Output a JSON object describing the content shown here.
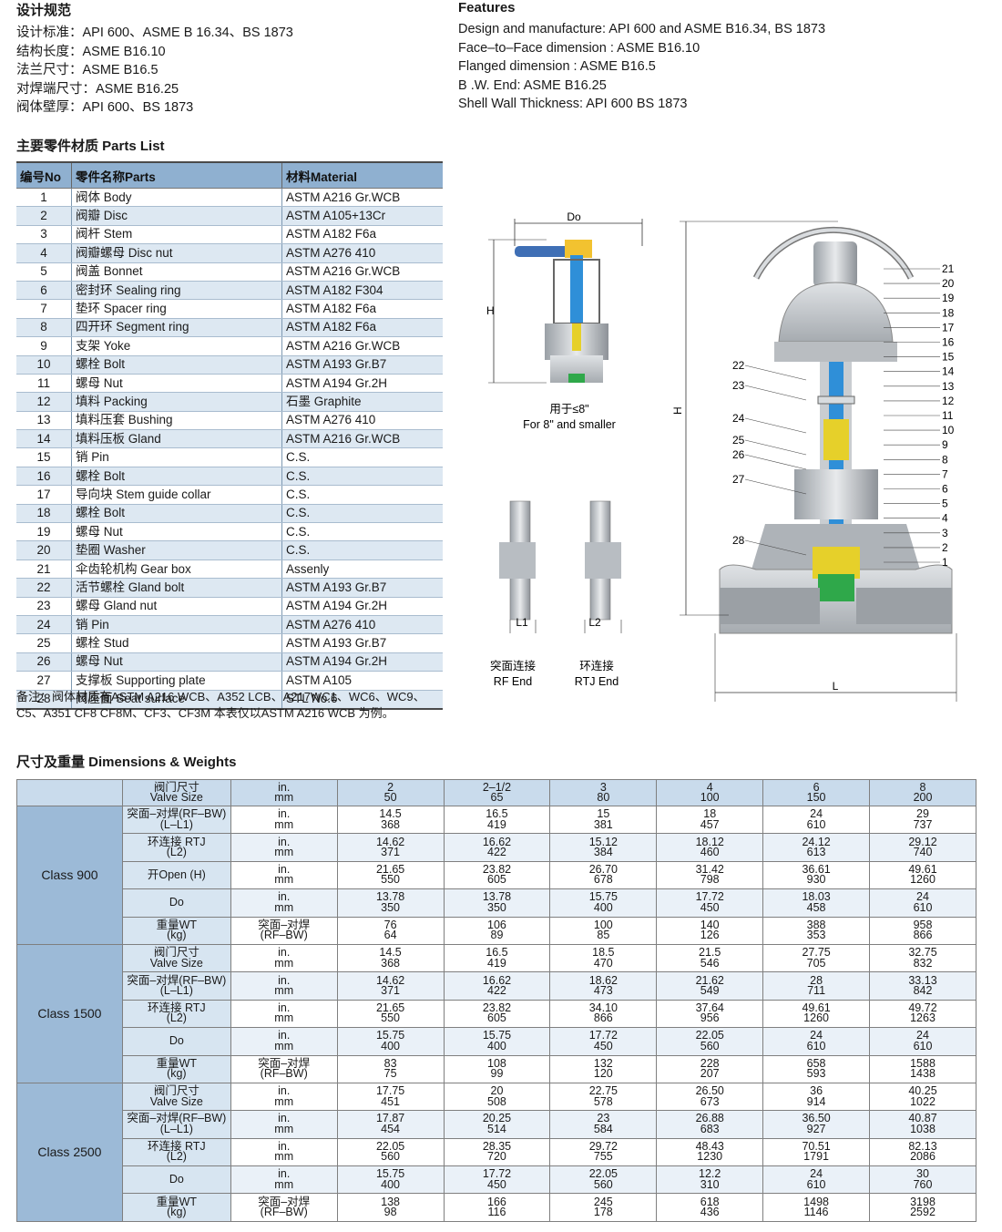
{
  "design_standards": {
    "heading": "设计规范",
    "lines": [
      "设计标准：API 600、ASME B 16.34、BS 1873",
      "结构长度：ASME B16.10",
      "法兰尺寸：ASME B16.5",
      "对焊端尺寸：ASME B16.25",
      "阀体壁厚：API 600、BS 1873"
    ]
  },
  "features": {
    "heading": "Features",
    "lines": [
      "Design and manufacture: API 600 and ASME B16.34, BS 1873",
      "Face–to–Face dimension : ASME B16.10",
      "Flanged dimension : ASME B16.5",
      "B .W. End: ASME B16.25",
      "Shell Wall Thickness: API 600 BS 1873"
    ]
  },
  "parts_list": {
    "heading": "主要零件材质 Parts List",
    "headers": [
      "编号No",
      "零件名称Parts",
      "材料Material"
    ],
    "rows": [
      [
        "1",
        "阀体 Body",
        "ASTM A216 Gr.WCB"
      ],
      [
        "2",
        "阀瓣 Disc",
        "ASTM A105+13Cr"
      ],
      [
        "3",
        "阀杆 Stem",
        "ASTM A182 F6a"
      ],
      [
        "4",
        "阀瓣螺母 Disc nut",
        "ASTM A276 410"
      ],
      [
        "5",
        "阀盖 Bonnet",
        "ASTM A216 Gr.WCB"
      ],
      [
        "6",
        "密封环 Sealing ring",
        "ASTM A182 F304"
      ],
      [
        "7",
        "垫环 Spacer ring",
        "ASTM A182 F6a"
      ],
      [
        "8",
        "四开环 Segment ring",
        "ASTM A182 F6a"
      ],
      [
        "9",
        "支架 Yoke",
        "ASTM A216 Gr.WCB"
      ],
      [
        "10",
        "螺栓 Bolt",
        "ASTM A193 Gr.B7"
      ],
      [
        "11",
        "螺母 Nut",
        "ASTM A194 Gr.2H"
      ],
      [
        "12",
        "填料 Packing",
        "石墨 Graphite"
      ],
      [
        "13",
        "填料压套 Bushing",
        "ASTM A276 410"
      ],
      [
        "14",
        "填料压板 Gland",
        "ASTM A216 Gr.WCB"
      ],
      [
        "15",
        "销 Pin",
        "C.S."
      ],
      [
        "16",
        "螺栓 Bolt",
        "C.S."
      ],
      [
        "17",
        "导向块 Stem guide collar",
        "C.S."
      ],
      [
        "18",
        "螺栓 Bolt",
        "C.S."
      ],
      [
        "19",
        "螺母 Nut",
        "C.S."
      ],
      [
        "20",
        "垫圈 Washer",
        "C.S."
      ],
      [
        "21",
        "伞齿轮机构 Gear box",
        "Assenly"
      ],
      [
        "22",
        "活节螺栓 Gland bolt",
        "ASTM A193 Gr.B7"
      ],
      [
        "23",
        "螺母 Gland nut",
        "ASTM A194 Gr.2H"
      ],
      [
        "24",
        "销 Pin",
        "ASTM A276 410"
      ],
      [
        "25",
        "螺栓 Stud",
        "ASTM A193 Gr.B7"
      ],
      [
        "26",
        "螺母 Nut",
        "ASTM A194 Gr.2H"
      ],
      [
        "27",
        "支撑板 Supporting plate",
        "ASTM A105"
      ],
      [
        "28",
        "阀座面 Seat surface",
        "STL No.6"
      ]
    ]
  },
  "note": [
    "备注：阀体材质有ASTM A216 WCB、A352 LCB、A217WC1、WC6、WC9、",
    "C5、A351 CF8 CF8M、CF3、CF3M 本表仅以ASTM A216 WCB 为例。"
  ],
  "drawing_labels": {
    "do": "Do",
    "h_small": "H",
    "h_large": "H",
    "l": "L",
    "l1": "L1",
    "l2": "L2",
    "small_cn": "用于≤8\"",
    "small_en": "For 8\" and smaller",
    "rf_cn": "突面连接",
    "rf_en": "RF End",
    "rtj_cn": "环连接",
    "rtj_en": "RTJ End",
    "callouts_right": [
      "21",
      "20",
      "19",
      "18",
      "17",
      "16",
      "15",
      "14",
      "13",
      "12",
      "11",
      "10",
      "9",
      "8",
      "7",
      "6",
      "5",
      "4",
      "3",
      "2",
      "1"
    ],
    "callouts_left": [
      "22",
      "23",
      "24",
      "25",
      "26",
      "27",
      "28"
    ]
  },
  "dimensions": {
    "heading": "尺寸及重量 Dimensions & Weights",
    "header": {
      "label_cn": "阀门尺寸",
      "label_en": "Valve Size",
      "u1": "in.",
      "u2": "mm",
      "sizes": [
        [
          "2",
          "50"
        ],
        [
          "2–1/2",
          "65"
        ],
        [
          "3",
          "80"
        ],
        [
          "4",
          "100"
        ],
        [
          "6",
          "150"
        ],
        [
          "8",
          "200"
        ]
      ]
    },
    "classes": [
      {
        "name": "Class 900",
        "rows": [
          {
            "l1": "突面–对焊(RF–BW)",
            "l2": "(L–L1)",
            "u1": "in.",
            "u2": "mm",
            "vals": [
              [
                "14.5",
                "368"
              ],
              [
                "16.5",
                "419"
              ],
              [
                "15",
                "381"
              ],
              [
                "18",
                "457"
              ],
              [
                "24",
                "610"
              ],
              [
                "29",
                "737"
              ]
            ]
          },
          {
            "l1": "环连接 RTJ",
            "l2": "(L2)",
            "u1": "in.",
            "u2": "mm",
            "vals": [
              [
                "14.62",
                "371"
              ],
              [
                "16.62",
                "422"
              ],
              [
                "15.12",
                "384"
              ],
              [
                "18.12",
                "460"
              ],
              [
                "24.12",
                "613"
              ],
              [
                "29.12",
                "740"
              ]
            ]
          },
          {
            "l1": "开Open (H)",
            "l2": "",
            "u1": "in.",
            "u2": "mm",
            "vals": [
              [
                "21.65",
                "550"
              ],
              [
                "23.82",
                "605"
              ],
              [
                "26.70",
                "678"
              ],
              [
                "31.42",
                "798"
              ],
              [
                "36.61",
                "930"
              ],
              [
                "49.61",
                "1260"
              ]
            ]
          },
          {
            "l1": "Do",
            "l2": "",
            "u1": "in.",
            "u2": "mm",
            "vals": [
              [
                "13.78",
                "350"
              ],
              [
                "13.78",
                "350"
              ],
              [
                "15.75",
                "400"
              ],
              [
                "17.72",
                "450"
              ],
              [
                "18.03",
                "458"
              ],
              [
                "24",
                "610"
              ]
            ]
          },
          {
            "l1": "重量WT",
            "l2": "(kg)",
            "u1": "突面–对焊",
            "u2": "(RF–BW)",
            "vals": [
              [
                "76",
                "64"
              ],
              [
                "106",
                "89"
              ],
              [
                "100",
                "85"
              ],
              [
                "140",
                "126"
              ],
              [
                "388",
                "353"
              ],
              [
                "958",
                "866"
              ]
            ]
          }
        ]
      },
      {
        "name": "Class 1500",
        "rows": [
          {
            "l1": "阀门尺寸",
            "l2": "Valve Size",
            "u1": "in.",
            "u2": "mm",
            "vals": [
              [
                "14.5",
                "368"
              ],
              [
                "16.5",
                "419"
              ],
              [
                "18.5",
                "470"
              ],
              [
                "21.5",
                "546"
              ],
              [
                "27.75",
                "705"
              ],
              [
                "32.75",
                "832"
              ]
            ]
          },
          {
            "l1": "突面–对焊(RF–BW)",
            "l2": "(L–L1)",
            "u1": "in.",
            "u2": "mm",
            "vals": [
              [
                "14.62",
                "371"
              ],
              [
                "16.62",
                "422"
              ],
              [
                "18.62",
                "473"
              ],
              [
                "21.62",
                "549"
              ],
              [
                "28",
                "711"
              ],
              [
                "33.13",
                "842"
              ]
            ]
          },
          {
            "l1": "环连接 RTJ",
            "l2": "(L2)",
            "u1": "in.",
            "u2": "mm",
            "vals": [
              [
                "21.65",
                "550"
              ],
              [
                "23.82",
                "605"
              ],
              [
                "34.10",
                "866"
              ],
              [
                "37.64",
                "956"
              ],
              [
                "49.61",
                "1260"
              ],
              [
                "49.72",
                "1263"
              ]
            ]
          },
          {
            "l1": "Do",
            "l2": "",
            "u1": "in.",
            "u2": "mm",
            "vals": [
              [
                "15.75",
                "400"
              ],
              [
                "15.75",
                "400"
              ],
              [
                "17.72",
                "450"
              ],
              [
                "22.05",
                "560"
              ],
              [
                "24",
                "610"
              ],
              [
                "24",
                "610"
              ]
            ]
          },
          {
            "l1": "重量WT",
            "l2": "(kg)",
            "u1": "突面–对焊",
            "u2": "(RF–BW)",
            "vals": [
              [
                "83",
                "75"
              ],
              [
                "108",
                "99"
              ],
              [
                "132",
                "120"
              ],
              [
                "228",
                "207"
              ],
              [
                "658",
                "593"
              ],
              [
                "1588",
                "1438"
              ]
            ]
          }
        ]
      },
      {
        "name": "Class 2500",
        "rows": [
          {
            "l1": "阀门尺寸",
            "l2": "Valve Size",
            "u1": "in.",
            "u2": "mm",
            "vals": [
              [
                "17.75",
                "451"
              ],
              [
                "20",
                "508"
              ],
              [
                "22.75",
                "578"
              ],
              [
                "26.50",
                "673"
              ],
              [
                "36",
                "914"
              ],
              [
                "40.25",
                "1022"
              ]
            ]
          },
          {
            "l1": "突面–对焊(RF–BW)",
            "l2": "(L–L1)",
            "u1": "in.",
            "u2": "mm",
            "vals": [
              [
                "17.87",
                "454"
              ],
              [
                "20.25",
                "514"
              ],
              [
                "23",
                "584"
              ],
              [
                "26.88",
                "683"
              ],
              [
                "36.50",
                "927"
              ],
              [
                "40.87",
                "1038"
              ]
            ]
          },
          {
            "l1": "环连接 RTJ",
            "l2": "(L2)",
            "u1": "in.",
            "u2": "mm",
            "vals": [
              [
                "22.05",
                "560"
              ],
              [
                "28.35",
                "720"
              ],
              [
                "29.72",
                "755"
              ],
              [
                "48.43",
                "1230"
              ],
              [
                "70.51",
                "1791"
              ],
              [
                "82.13",
                "2086"
              ]
            ]
          },
          {
            "l1": "Do",
            "l2": "",
            "u1": "in.",
            "u2": "mm",
            "vals": [
              [
                "15.75",
                "400"
              ],
              [
                "17.72",
                "450"
              ],
              [
                "22.05",
                "560"
              ],
              [
                "12.2",
                "310"
              ],
              [
                "24",
                "610"
              ],
              [
                "30",
                "760"
              ]
            ]
          },
          {
            "l1": "重量WT",
            "l2": "(kg)",
            "u1": "突面–对焊",
            "u2": "(RF–BW)",
            "vals": [
              [
                "138",
                "98"
              ],
              [
                "166",
                "116"
              ],
              [
                "245",
                "178"
              ],
              [
                "618",
                "436"
              ],
              [
                "1498",
                "1146"
              ],
              [
                "3198",
                "2592"
              ]
            ]
          }
        ]
      }
    ]
  }
}
